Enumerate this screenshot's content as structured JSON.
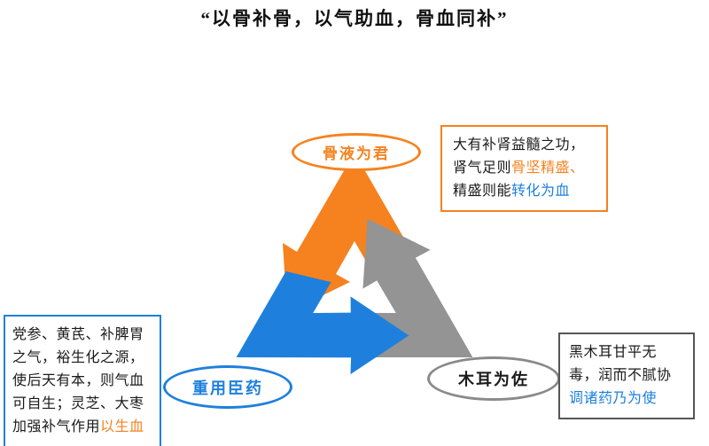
{
  "title": "“以骨补骨，以气助血，骨血同补”",
  "colors": {
    "orange": "#F5821F",
    "blue": "#1E80DC",
    "gray": "#949494",
    "text_dark": "#1A1A1A"
  },
  "nodes": {
    "king": {
      "label": "骨液为君"
    },
    "minister": {
      "label": "重用臣药"
    },
    "assistant": {
      "label": "木耳为佐"
    }
  },
  "notes": {
    "king": {
      "seg_black1": "大有补肾益髓之功，肾气足则",
      "seg_orange": "骨坚精盛、",
      "seg_black2": "精盛则能",
      "seg_blue": "转化为血"
    },
    "minister": {
      "seg_black": "党参、黄芪、补脾胃之气，裕生化之源，使后天有本，则气血可自生；灵芝、大枣加强补气作用",
      "seg_orange": "以生血"
    },
    "assistant": {
      "seg_black": "黑木耳甘平无毒，润而不腻协",
      "seg_blue": "调诸药乃为使"
    }
  }
}
